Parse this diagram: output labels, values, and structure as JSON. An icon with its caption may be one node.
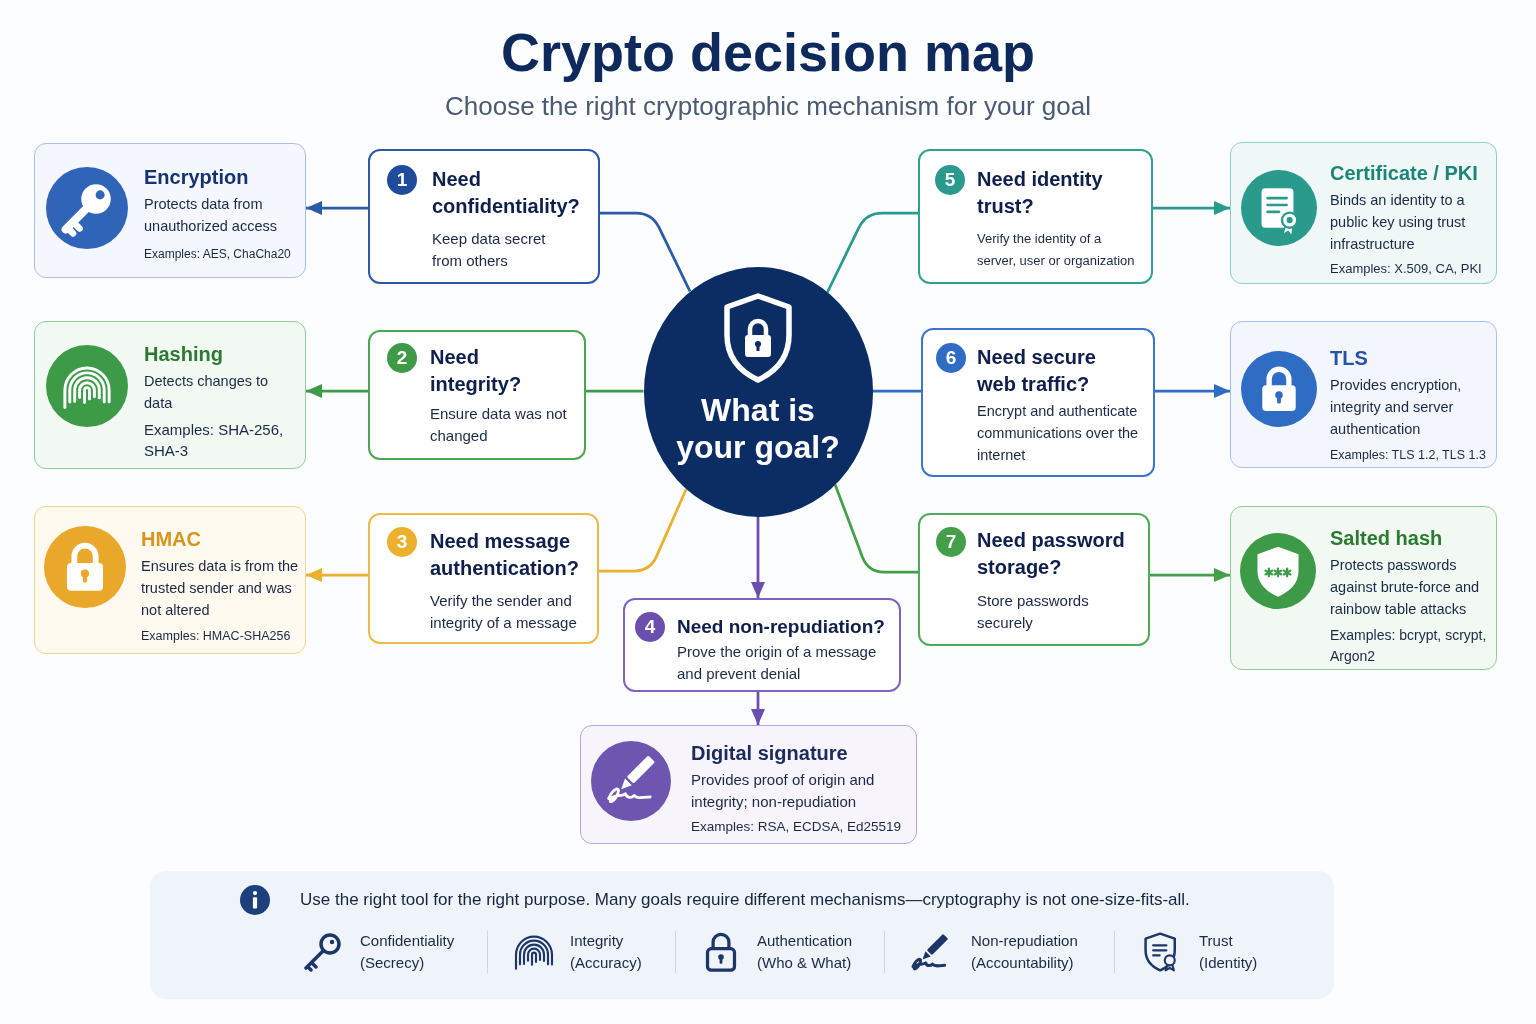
{
  "diagram": {
    "title": "Crypto decision map",
    "nodes": [
      {
        "text": [
          "Encryption",
          "Protects data from unauthorized access",
          "Examples: AES, ChaCha20"
        ]
      },
      {
        "text": [
          "1",
          "Need confidentiality?",
          "Keep data secret from others"
        ]
      },
      {
        "text": [
          "5",
          "Need identity trust?",
          "Verify the identity of a server, user or organization"
        ]
      },
      {
        "text": [
          "Certificate / PKI",
          "Binds an identity to a public key using trust infrastructure",
          "Examples: X.509, CA, PKI"
        ]
      },
      {
        "text": [
          "What is your goal?"
        ]
      },
      {
        "text": [
          "Hashing",
          "Detects changes to data",
          "Examples: SHA-256, SHA-3"
        ]
      },
      {
        "text": [
          "2",
          "Need integrity?",
          "Ensure data was not changed"
        ]
      },
      {
        "text": [
          "6",
          "Need secure web traffic?",
          "Encrypt and authenticate communications over the internet"
        ]
      },
      {
        "text": [
          "TLS",
          "Provides encryption, integrity and server authentication",
          "Examples: TLS 1.2, TLS 1.3"
        ]
      },
      {
        "text": [
          "HMAC",
          "Ensures data is from the trusted sender and was not altered",
          "Examples: HMAC-SHA256"
        ]
      },
      {
        "text": [
          "3",
          "Need message authentication?",
          "Verify the sender and integrity of a message"
        ]
      },
      {
        "text": [
          "7",
          "Need password storage?",
          "Store passwords securely"
        ]
      },
      {
        "text": [
          "Salted hash",
          "Protects passwords against brute-force and rainbow table attacks",
          "Examples: bcrypt, scrypt, Argon2"
        ]
      },
      {
        "text": [
          "4",
          "Need non-repudiation?",
          "Prove the origin of a message and prevent denial"
        ]
      },
      {
        "text": [
          "Digital signature",
          "Provides proof of origin and integrity; non-repudiation",
          "Examples: RSA, ECDSA, Ed25519"
        ]
      },
      {
        "text": [
          "Use the right tool for the right purpose. Many goals require different mechanisms—cryptography is not one-size-fits-all.",
          "Confidentiality (Secrecy)",
          "Integrity (Accuracy)",
          "Authentication (Who & What)",
          "Non-repudiation (Accountability)",
          "Trust (Identity)"
        ]
      }
    ],
    "edges": [
      {
        "from": 4,
        "to": 1,
        "arrow": "none",
        "color": "#2b5aa9"
      },
      {
        "from": 1,
        "to": 0,
        "arrow": "to",
        "color": "#2b5aa9"
      },
      {
        "from": 4,
        "to": 6,
        "arrow": "none",
        "color": "#3f9a48"
      },
      {
        "from": 6,
        "to": 5,
        "arrow": "to",
        "color": "#3f9a48"
      },
      {
        "from": 4,
        "to": 10,
        "arrow": "none",
        "color": "#eab02e"
      },
      {
        "from": 10,
        "to": 9,
        "arrow": "to",
        "color": "#eab02e"
      },
      {
        "from": 4,
        "to": 13,
        "arrow": "to",
        "color": "#6b4fae"
      },
      {
        "from": 13,
        "to": 14,
        "arrow": "to",
        "color": "#6b4fae"
      },
      {
        "from": 4,
        "to": 2,
        "arrow": "none",
        "color": "#2a9a8e"
      },
      {
        "from": 2,
        "to": 3,
        "arrow": "to",
        "color": "#2a9a8e"
      },
      {
        "from": 4,
        "to": 7,
        "arrow": "none",
        "color": "#2f6cc4"
      },
      {
        "from": 7,
        "to": 8,
        "arrow": "to",
        "color": "#2f6cc4"
      },
      {
        "from": 4,
        "to": 11,
        "arrow": "none",
        "color": "#43a049"
      },
      {
        "from": 11,
        "to": 12,
        "arrow": "to",
        "color": "#43a049"
      }
    ],
    "labels": [
      "Choose the right cryptographic mechanism for your goal"
    ]
  }
}
